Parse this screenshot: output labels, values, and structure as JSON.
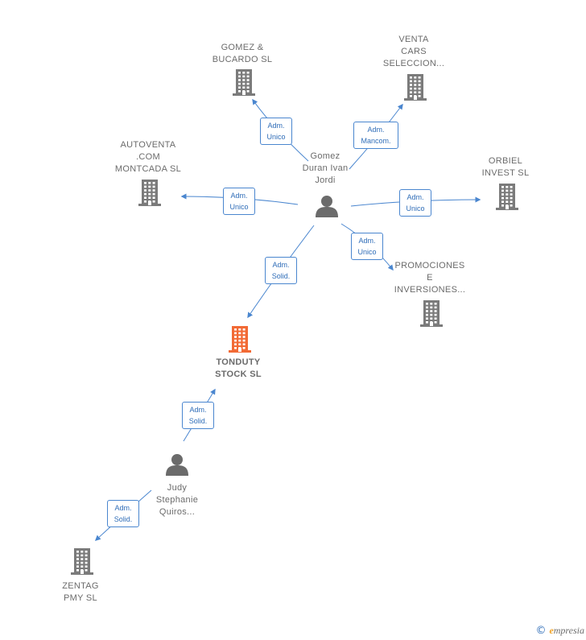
{
  "companies": [
    {
      "id": "gomez",
      "label": "GOMEZ &\nBUCARDO  SL",
      "highlight": false
    },
    {
      "id": "venta",
      "label": "VENTA\nCARS\nSELECCION...",
      "highlight": false
    },
    {
      "id": "autoventa",
      "label": "AUTOVENTA\n.COM\nMONTCADA SL",
      "highlight": false
    },
    {
      "id": "orbiel",
      "label": "ORBIEL\nINVEST  SL",
      "highlight": false
    },
    {
      "id": "promociones",
      "label": "PROMOCIONES\nE\nINVERSIONES...",
      "highlight": false
    },
    {
      "id": "tonduty",
      "label": "TONDUTY\nSTOCK  SL",
      "highlight": true
    },
    {
      "id": "zentag",
      "label": "ZENTAG\nPMY  SL",
      "highlight": false
    }
  ],
  "persons": [
    {
      "id": "gomez_duran",
      "label": "Gomez\nDuran Ivan\nJordi"
    },
    {
      "id": "judy",
      "label": "Judy\nStephanie\nQuiros..."
    }
  ],
  "relations": [
    {
      "from": "gomez_duran",
      "to": "gomez",
      "role": [
        "Adm.",
        "Unico"
      ]
    },
    {
      "from": "gomez_duran",
      "to": "venta",
      "role": [
        "Adm.",
        "Mancom."
      ]
    },
    {
      "from": "gomez_duran",
      "to": "autoventa",
      "role": [
        "Adm.",
        "Unico"
      ]
    },
    {
      "from": "gomez_duran",
      "to": "orbiel",
      "role": [
        "Adm.",
        "Unico"
      ]
    },
    {
      "from": "gomez_duran",
      "to": "promociones",
      "role": [
        "Adm.",
        "Unico"
      ]
    },
    {
      "from": "gomez_duran",
      "to": "tonduty",
      "role": [
        "Adm.",
        "Solid."
      ]
    },
    {
      "from": "judy",
      "to": "tonduty",
      "role": [
        "Adm.",
        "Solid."
      ]
    },
    {
      "from": "judy",
      "to": "zentag",
      "role": [
        "Adm.",
        "Solid."
      ]
    }
  ],
  "colors": {
    "edge": "#4a86cf",
    "building": "#7b7b7b",
    "building_highlight": "#f26a35",
    "person": "#6b6b6b"
  },
  "brand": {
    "copyright": "©",
    "initial": "e",
    "rest": "mpresia"
  }
}
